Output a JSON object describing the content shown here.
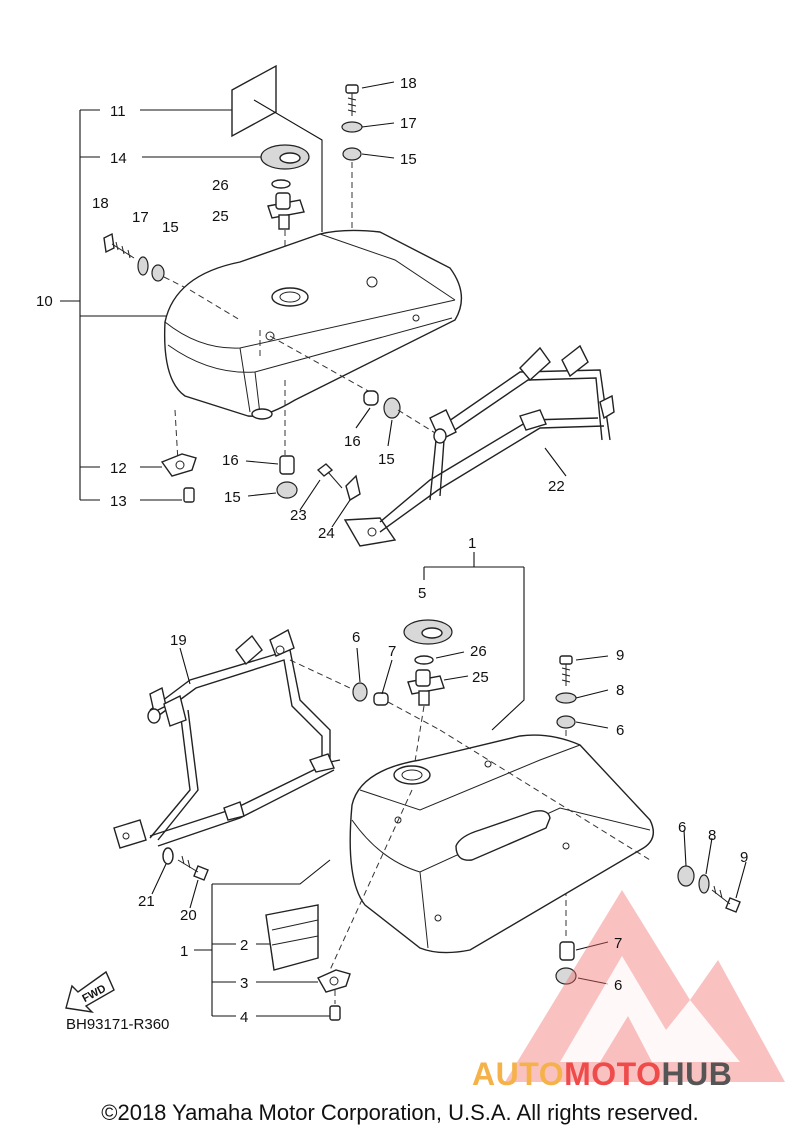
{
  "callouts": {
    "c1a": "1",
    "c1b": "1",
    "c2": "2",
    "c3": "3",
    "c4": "4",
    "c5": "5",
    "c6a": "6",
    "c6b": "6",
    "c6c": "6",
    "c6d": "6",
    "c7a": "7",
    "c7b": "7",
    "c8a": "8",
    "c8b": "8",
    "c9a": "9",
    "c9b": "9",
    "c10": "10",
    "c11": "11",
    "c12": "12",
    "c13": "13",
    "c14": "14",
    "c15a": "15",
    "c15b": "15",
    "c15c": "15",
    "c15d": "15",
    "c16a": "16",
    "c16b": "16",
    "c17a": "17",
    "c17b": "17",
    "c18a": "18",
    "c18b": "18",
    "c19": "19",
    "c20": "20",
    "c21": "21",
    "c22": "22",
    "c23": "23",
    "c24": "24",
    "c25a": "25",
    "c25b": "25",
    "c26a": "26",
    "c26b": "26"
  },
  "direction_label": "FWD",
  "reference_code": "BH93171-R360",
  "watermark": {
    "part1": "AUTO",
    "part2": "MOTO",
    "part3": "HUB"
  },
  "copyright": "©2018 Yamaha Motor Corporation, U.S.A. All rights reserved."
}
